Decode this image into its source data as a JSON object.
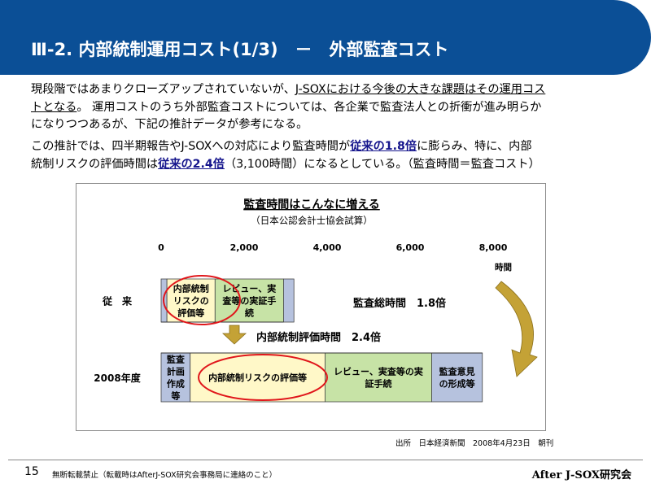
{
  "slide": {
    "title": "Ⅲ-2. 内部統制運用コスト(1/3)　－　外部監査コスト",
    "paragraph1": {
      "line1_a": "現段階ではあまりクローズアップされていないが、",
      "line1_u": "J-SOXにおける今後の大きな課題はその運用コス",
      "line2_u": "トとなる",
      "line2_b": "。 運用コストのうち外部監査コストについては、各企業で監査法人との折衝が進み明らか",
      "line3": "になりつつあるが、下記の推計データが参考になる。"
    },
    "paragraph2": {
      "line1_a": "この推計では、四半期報告やJ-SOXへの対応により監査時間が",
      "line1_hl": "従来の1.8倍",
      "line1_b": "に膨らみ、特に、内部",
      "line2_a": "統制リスクの評価時間は",
      "line2_hl": "従来の2.4倍",
      "line2_b": "（3,100時間）になるとしている。（監査時間＝監査コスト）"
    },
    "source": "出所　日本経済新聞　2008年4月23日　朝刊",
    "page_number": "15",
    "notice": "無断転載禁止（転載時はAfterJ-SOX研究会事務局に連絡のこと）",
    "org": "After J-SOX研究会"
  },
  "chart_data": {
    "type": "bar",
    "title": "監査時間はこんなに増える",
    "subtitle": "（日本公認会計士協会試算）",
    "xunit": "時間",
    "xticks": [
      "0",
      "2,000",
      "4,000",
      "6,000",
      "8,000"
    ],
    "xlim": [
      0,
      8000
    ],
    "categories": [
      "従　来",
      "2008年度"
    ],
    "rows": [
      {
        "label": "従　来",
        "segments": [
          {
            "name": "",
            "start": 0,
            "end": 140,
            "color": "#b6c2de"
          },
          {
            "name": "内部統制リスクの評価等",
            "start": 140,
            "end": 1300,
            "color": "#fff8c8"
          },
          {
            "name": "レビュー、実査等の実証手続",
            "start": 1300,
            "end": 2950,
            "color": "#c7e3a6"
          },
          {
            "name": "",
            "start": 2950,
            "end": 3200,
            "color": "#b6c2de"
          }
        ]
      },
      {
        "label": "2008年度",
        "segments": [
          {
            "name": "監査計画作成等",
            "start": 0,
            "end": 700,
            "color": "#b6c2de"
          },
          {
            "name": "内部統制リスクの評価等",
            "start": 700,
            "end": 3950,
            "color": "#fff8c8"
          },
          {
            "name": "レビュー、実査等の実証手続",
            "start": 3950,
            "end": 6520,
            "color": "#c7e3a6"
          },
          {
            "name": "監査意見の形成等",
            "start": 6520,
            "end": 7740,
            "color": "#b6c2de"
          }
        ]
      }
    ],
    "annotations": [
      "監査総時間　1.8倍",
      "内部統制評価時間　2.4倍"
    ],
    "colors": {
      "accent_circle": "#e0161b",
      "arrow": "#c4a236",
      "title_bar": "#0b4f96"
    }
  }
}
